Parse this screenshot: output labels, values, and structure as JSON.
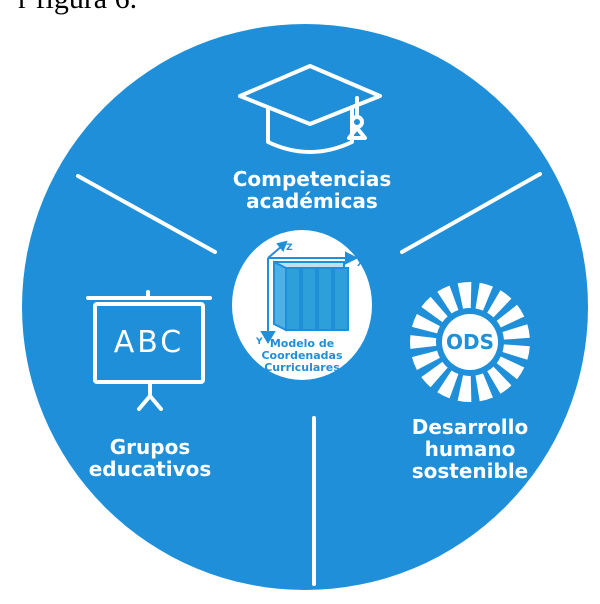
{
  "header": {
    "text": "r figura 6."
  },
  "segments": {
    "top": {
      "label_line1": "Competencias",
      "label_line2": "académicas"
    },
    "left": {
      "label_line1": "Grupos",
      "label_line2": "educativos"
    },
    "right": {
      "label_line1": "Desarrollo",
      "label_line2": "humano",
      "label_line3": "sostenible"
    }
  },
  "center": {
    "line1": "Modelo de",
    "line2": "Coordenadas",
    "line3": "Curriculares",
    "axis_z": "Z",
    "axis_x": "X",
    "axis_y": "Y"
  },
  "board": {
    "text": "ABC"
  },
  "ods_badge": {
    "text": "ODS"
  },
  "colors": {
    "background": "#1e8fd8",
    "foreground": "#ffffff",
    "accent": "#1e8fd8"
  }
}
